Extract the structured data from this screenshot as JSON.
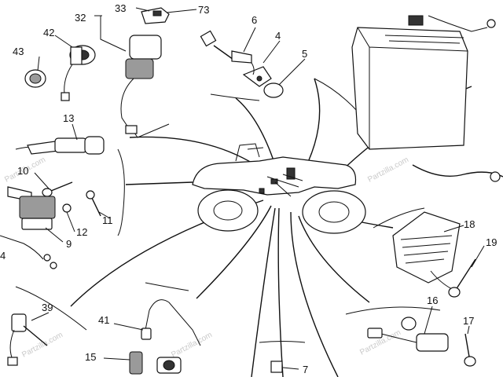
{
  "callouts": [
    "33",
    "73",
    "32",
    "6",
    "4",
    "42",
    "43",
    "5",
    "13",
    "10",
    "11",
    "12",
    "9",
    "4",
    "18",
    "19",
    "39",
    "41",
    "16",
    "17",
    "15",
    "7"
  ],
  "watermarks": [
    "Partzilla.com",
    "Partzilla.com",
    "Partzilla.com",
    "Partzilla.com",
    "Partzilla.com"
  ]
}
